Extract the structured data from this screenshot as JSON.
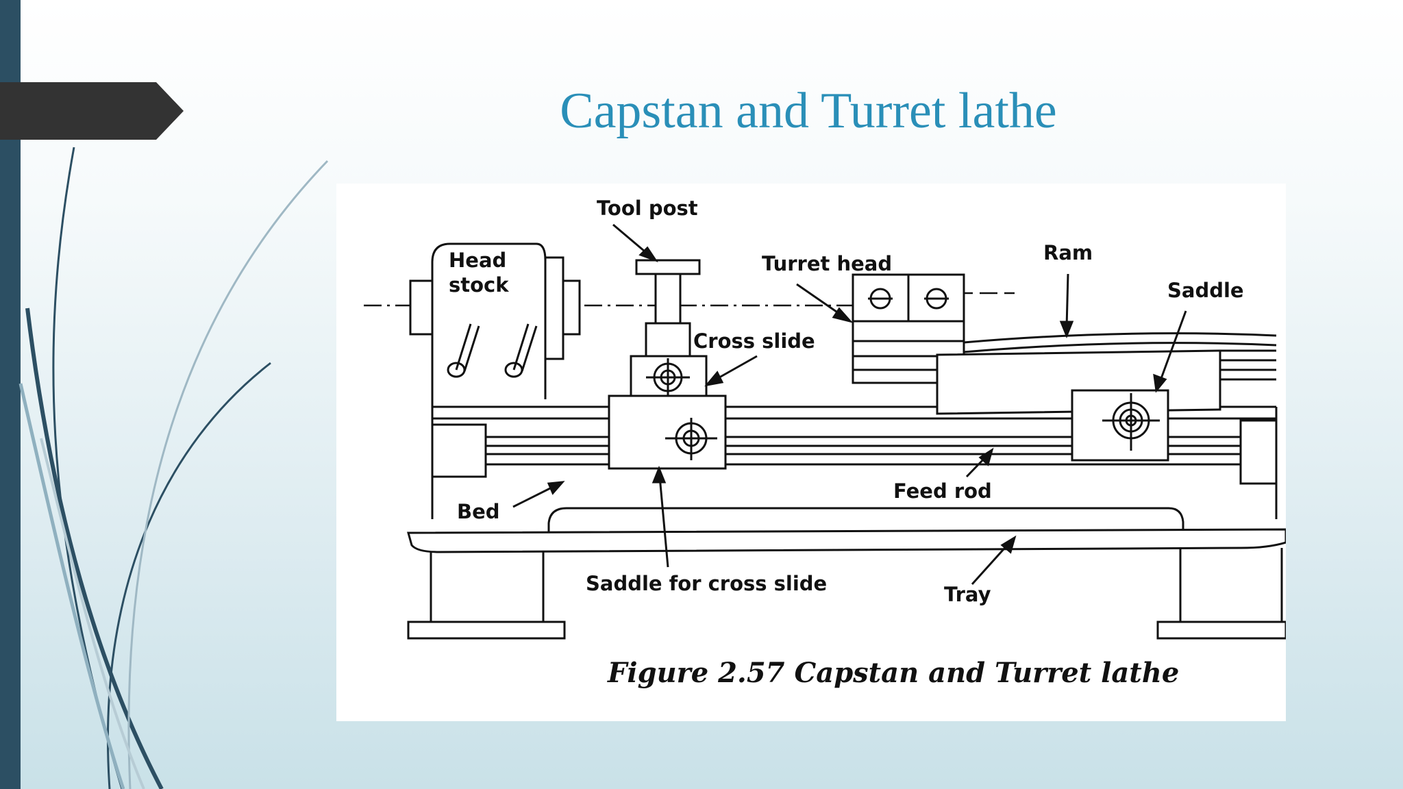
{
  "slide": {
    "title": "Capstan and Turret lathe"
  },
  "figure": {
    "labels": {
      "tool_post": "Tool post",
      "head_stock_line1": "Head",
      "head_stock_line2": "stock",
      "turret_head": "Turret head",
      "ram": "Ram",
      "saddle": "Saddle",
      "cross_slide": "Cross slide",
      "feed_rod": "Feed rod",
      "bed": "Bed",
      "saddle_for_cross_slide": "Saddle for cross slide",
      "tray": "Tray"
    },
    "caption": "Figure 2.57 Capstan and Turret lathe"
  },
  "theme": {
    "title_color": "#2a8fb8",
    "left_bar_color": "#2c4f63",
    "tab_color": "#333333"
  }
}
